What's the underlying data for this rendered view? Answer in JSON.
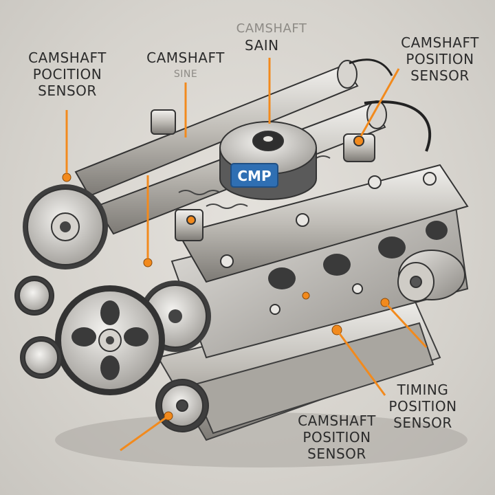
{
  "labels": {
    "left": {
      "lines": [
        "CAMSHAFT",
        "POCITION",
        "SENSOR"
      ]
    },
    "upper_left": {
      "lines": [
        "CAMSHAFT"
      ],
      "faded": "SINE"
    },
    "top_center": {
      "faded": "CAMSHAFT",
      "lines": [
        "SAIN"
      ]
    },
    "top_right": {
      "lines": [
        "CAMSHAFT",
        "POSITION",
        "SENSOR"
      ]
    },
    "bottom_right": {
      "lines": [
        "TIMING",
        "POSITION",
        "SENSOR"
      ]
    },
    "bottom_center": {
      "lines": [
        "CAMSHAFT",
        "POSITION",
        "SENSOR"
      ]
    }
  },
  "sensor_badge": "CMP",
  "colors": {
    "leader": "#f28a1d",
    "metal_light": "#d8d6d2",
    "metal_dark": "#4a4a4a",
    "badge": "#2f6fb3"
  }
}
